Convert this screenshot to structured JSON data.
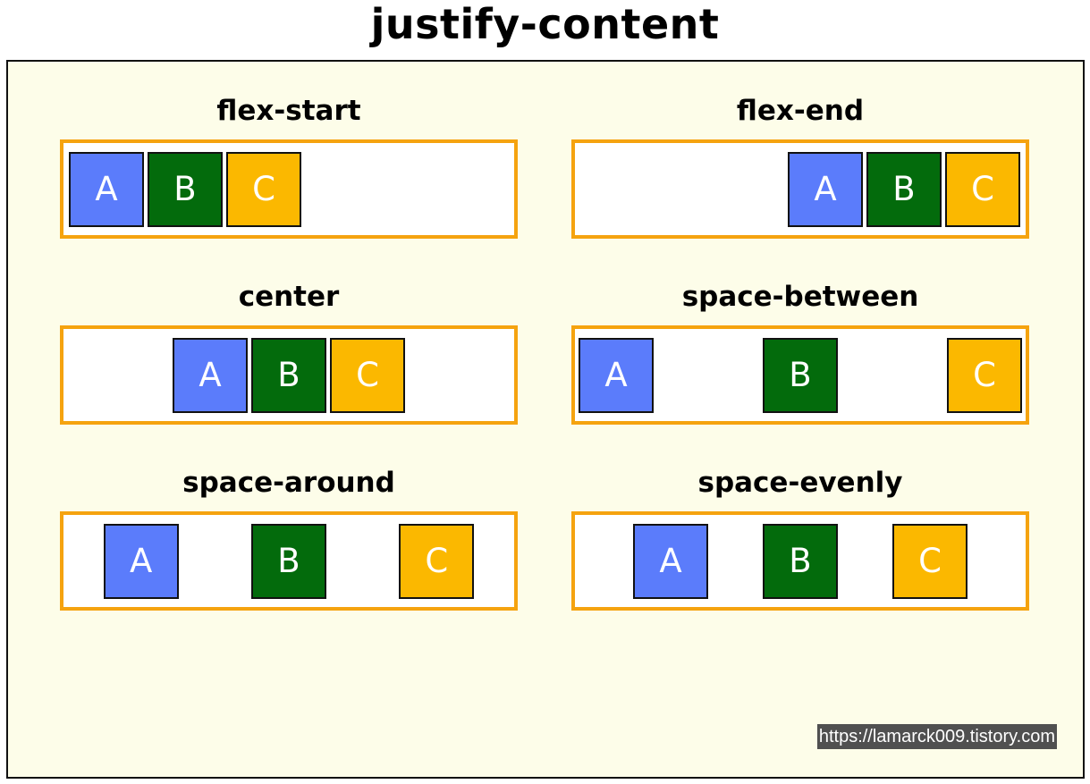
{
  "title": "justify-content",
  "colors": {
    "item_a": "#5b7cfb",
    "item_b": "#036b0c",
    "item_c": "#fbb800",
    "container_border": "#f5a30f",
    "panel_background": "#fdfde9"
  },
  "items": [
    "A",
    "B",
    "C"
  ],
  "examples": [
    {
      "label": "flex-start",
      "justify": "flex-start"
    },
    {
      "label": "flex-end",
      "justify": "flex-end"
    },
    {
      "label": "center",
      "justify": "center"
    },
    {
      "label": "space-between",
      "justify": "space-between"
    },
    {
      "label": "space-around",
      "justify": "space-around"
    },
    {
      "label": "space-evenly",
      "justify": "space-evenly"
    }
  ],
  "watermark": "https://lamarck009.tistory.com"
}
